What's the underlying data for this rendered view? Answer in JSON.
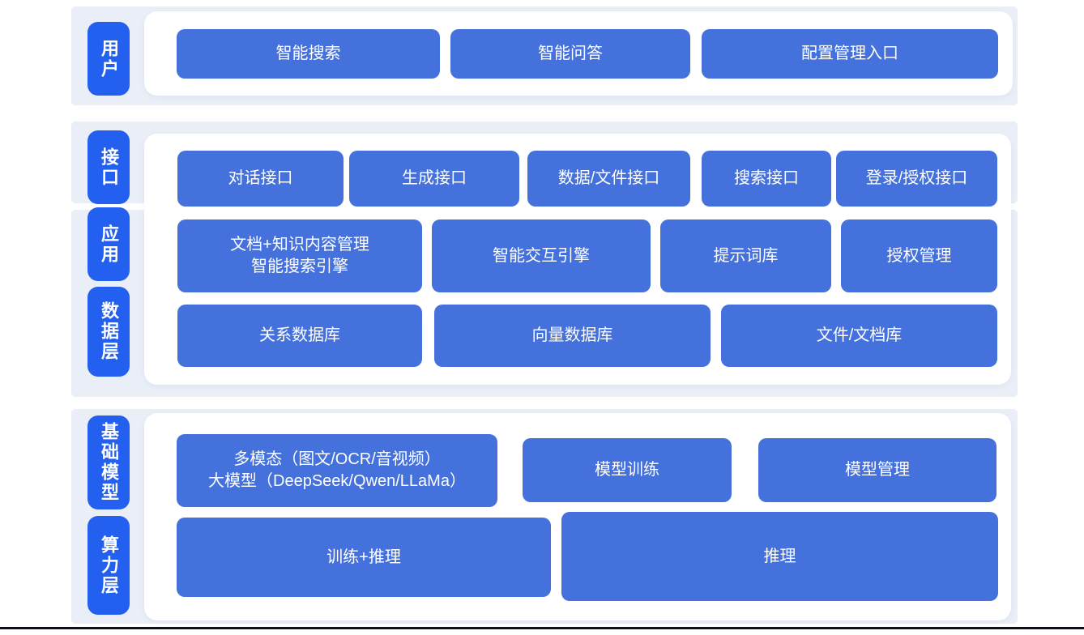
{
  "diagram": {
    "bands": {
      "user": {
        "label": "用户",
        "buttons": [
          "智能搜索",
          "智能问答",
          "配置管理入口"
        ]
      },
      "middle": {
        "labels": [
          "接口",
          "应用",
          "数据层"
        ],
        "interface_row": [
          "对话接口",
          "生成接口",
          "数据/文件接口",
          "搜索接口",
          "登录/授权接口"
        ],
        "application_row": [
          "文档+知识内容管理\n智能搜索引擎",
          "智能交互引擎",
          "提示词库",
          "授权管理"
        ],
        "data_row": [
          "关系数据库",
          "向量数据库",
          "文件/文档库"
        ]
      },
      "foundation": {
        "labels": [
          "基础模型",
          "算力层"
        ],
        "model_row": [
          "多模态（图文/OCR/音视频）\n大模型（DeepSeek/Qwen/LLaMa）",
          "模型训练",
          "模型管理"
        ],
        "compute_row": [
          "训练+推理",
          "推理"
        ]
      }
    },
    "colors": {
      "band_background": "#E9EEF7",
      "layer_label_blue": "#2460F0",
      "box_blue": "#4571DC",
      "box_text": "#FFFFFF",
      "footer_line": "#0D1117"
    }
  }
}
